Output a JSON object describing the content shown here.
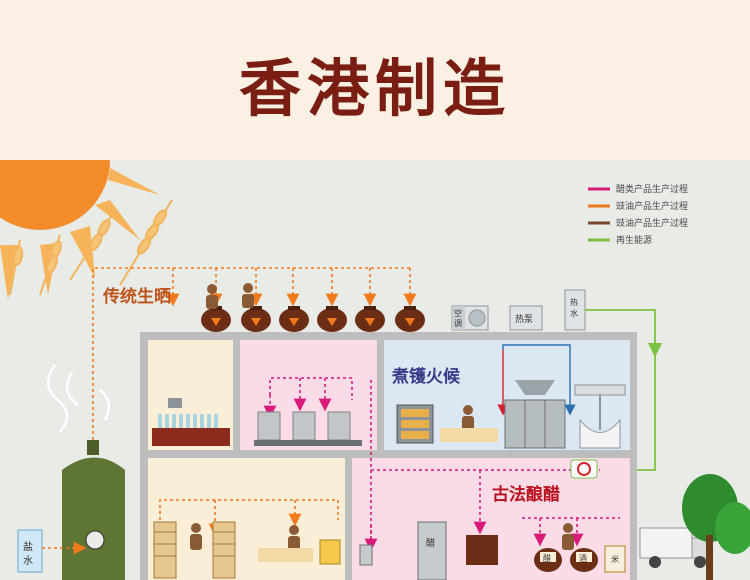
{
  "header": {
    "title": "香港制造"
  },
  "legend": [
    {
      "label": "醋类产品生产过程",
      "color": "#d81b7a"
    },
    {
      "label": "豉油产品生产过程",
      "color": "#f07a1c"
    },
    {
      "label": "豉油产品生产过程",
      "color": "#7b4a2e"
    },
    {
      "label": "再生能源",
      "color": "#7cc242"
    }
  ],
  "sections": {
    "sun_drying": "传统生晒",
    "cooking": "煮镬火候",
    "ancient_vinegar": "古法酿醋"
  },
  "equipment": {
    "ac_a": "空",
    "ac_b": "调",
    "heat_pump": "热泵",
    "hot_water_a": "热",
    "hot_water_b": "水",
    "brine_a": "盐",
    "brine_b": "水",
    "vinegar": "醋",
    "wine": "酒",
    "rice": "米"
  }
}
